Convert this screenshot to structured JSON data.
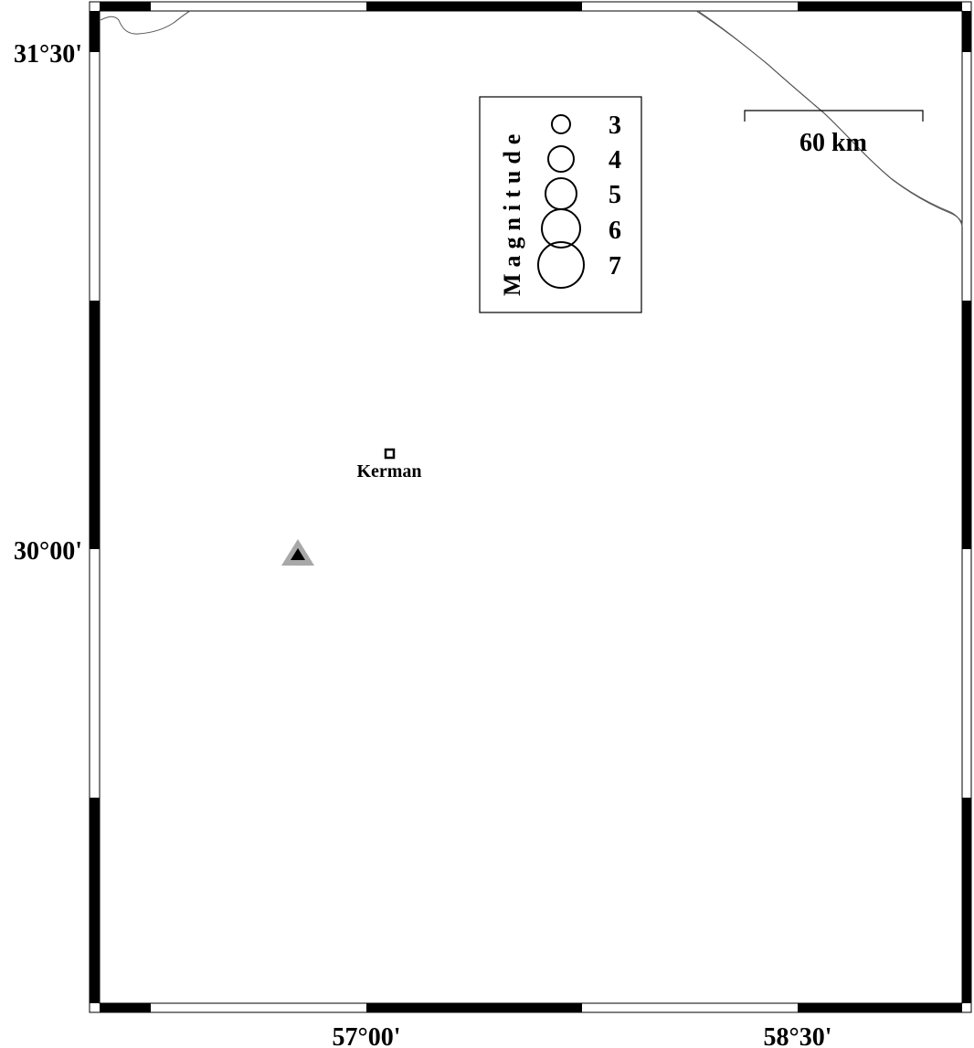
{
  "map": {
    "lat_labels": [
      {
        "text": "31°30'"
      },
      {
        "text": "30°00'"
      }
    ],
    "lon_labels": [
      {
        "text": "57°00'"
      },
      {
        "text": "58°30'"
      }
    ],
    "scale_bar": {
      "label": "60 km"
    },
    "legend": {
      "title": "Magnitude",
      "entries": [
        "3",
        "4",
        "5",
        "6",
        "7"
      ]
    },
    "city": {
      "name": "Kerman",
      "icon": "square-marker-icon"
    },
    "station": {
      "icon": "triangle-station-icon",
      "fill": "#000000",
      "halo": "#a8a8a8"
    },
    "coastline_color": "#555555"
  }
}
